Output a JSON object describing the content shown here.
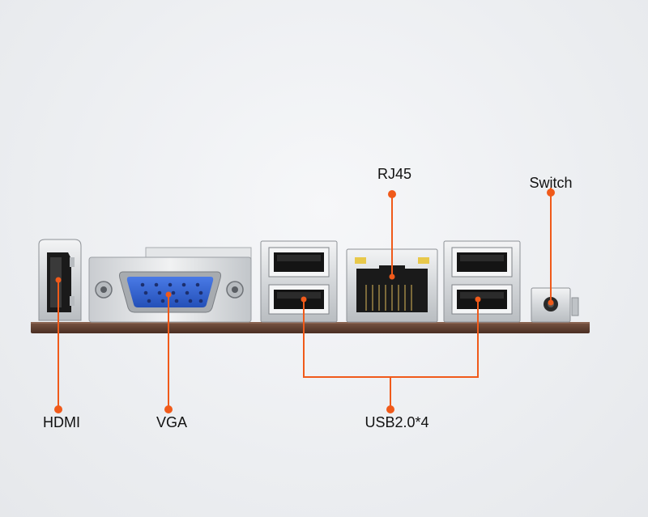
{
  "labels": {
    "hdmi": "HDMI",
    "vga": "VGA",
    "usb": "USB2.0*4",
    "rj45": "RJ45",
    "switch": "Switch"
  },
  "colors": {
    "callout": "#f05a1a",
    "pcb": "#5b3a2c",
    "metal": "#d9dcdf",
    "vga_blue": "#2d5fd0"
  }
}
